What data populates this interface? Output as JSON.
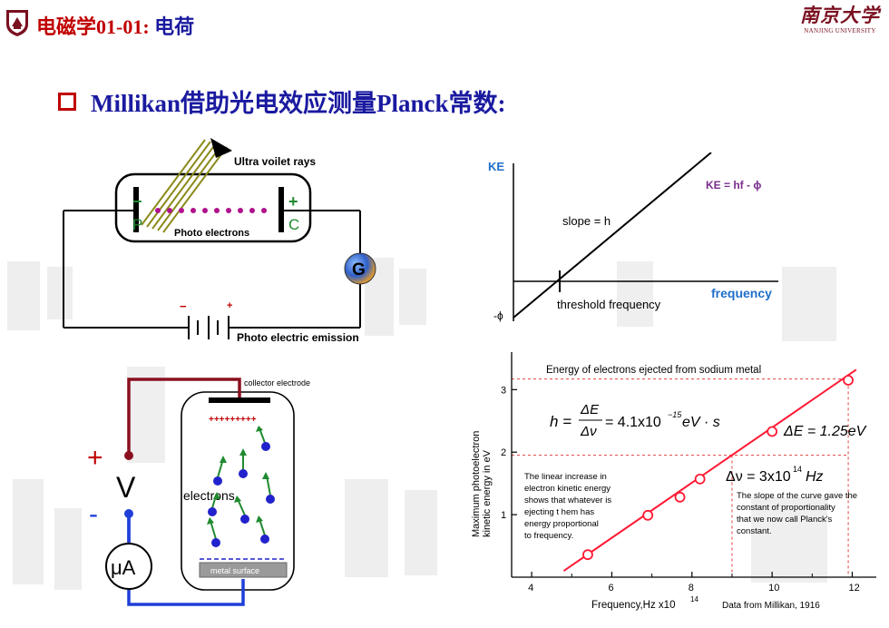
{
  "header": {
    "title_code": "电磁学01-01:",
    "title_topic": "电荷",
    "logo_icon": "university-crest-icon"
  },
  "university_logo": {
    "chinese": "南京大学",
    "english": "NANJING UNIVERSITY"
  },
  "slide": {
    "title": "Millikan借助光电效应测量Planck常数:"
  },
  "circuit": {
    "uv_label": "Ultra voilet rays",
    "minus_sign": "−",
    "plus_sign": "+",
    "cathode": "P",
    "anode": "C",
    "electrons_label": "Photo electrons",
    "galvanometer": "G",
    "battery_minus": "−",
    "battery_plus": "+",
    "emission_label": "Photo electric emission"
  },
  "apparatus": {
    "collector_label": "collector electrode",
    "charges": "+++++++++",
    "plus_sign": "+",
    "voltmeter": "V",
    "minus_sign": "-",
    "electrons_label": "electrons",
    "metal_label": "metal surface",
    "ammeter": "μA"
  },
  "ke_plot": {
    "y_label": "KE",
    "equation": "KE = hf - ϕ",
    "slope_label": "slope = h",
    "x_label": "frequency",
    "threshold_label": "threshold frequency",
    "intercept_label": "-ϕ"
  },
  "chart_data": {
    "type": "scatter",
    "title": "Energy of electrons ejected from sodium metal",
    "xlabel": "Frequency,Hz  x10",
    "xlabel_exponent": "14",
    "ylabel_line1": "Maximum photoelectron",
    "ylabel_line2": "kinetic energy in eV",
    "xlim": [
      3.5,
      12.6
    ],
    "ylim": [
      0,
      3.6
    ],
    "xticks": [
      "4",
      "6",
      "8",
      "10",
      "12"
    ],
    "yticks": [
      "1",
      "2",
      "3"
    ],
    "points": [
      {
        "x": 5.4,
        "y": 0.36
      },
      {
        "x": 6.9,
        "y": 0.99
      },
      {
        "x": 7.7,
        "y": 1.28
      },
      {
        "x": 8.2,
        "y": 1.57
      },
      {
        "x": 10.0,
        "y": 2.33
      },
      {
        "x": 11.9,
        "y": 3.15
      }
    ],
    "fit_line": [
      {
        "x": 4.8,
        "y": 0.1
      },
      {
        "x": 12.1,
        "y": 3.32
      }
    ],
    "guides": {
      "x": [
        9.0,
        11.9
      ],
      "y": [
        1.95,
        3.17
      ]
    },
    "annotations": {
      "h_eq": "h = ΔE/Δν = 4.1x10⁻¹⁵ eV · s",
      "h_lhs": "h =",
      "h_num": "ΔE",
      "h_den": "Δν",
      "h_rhs_pre": "= 4.1x10",
      "h_exp": "−15",
      "h_units": "eV · s",
      "delta_e": "ΔE = 1.25eV",
      "delta_nu_pre": "Δν = 3x10",
      "delta_nu_exp": "14",
      "delta_nu_unit": "Hz",
      "note_left": [
        "The linear increase in",
        "electron kinetic energy",
        "shows that whatever is",
        "ejecting t hem has",
        "energy proportional",
        "to frequency."
      ],
      "note_right": [
        "The slope of the curve gave the",
        "constant of proportionality",
        "that we now call Planck's",
        "constant."
      ]
    },
    "source": "Data from Millikan, 1916"
  },
  "colors": {
    "title_red": "#c00000",
    "title_blue": "#1a1aa0",
    "plot_line": "#ff1a35",
    "guide_red": "#e34040",
    "purple": "#7a2c8c",
    "wire_red": "#8a1020",
    "wire_blue": "#1f3fd8",
    "electron_blue": "#2222cc",
    "arrow_green": "#1f8a2f"
  }
}
